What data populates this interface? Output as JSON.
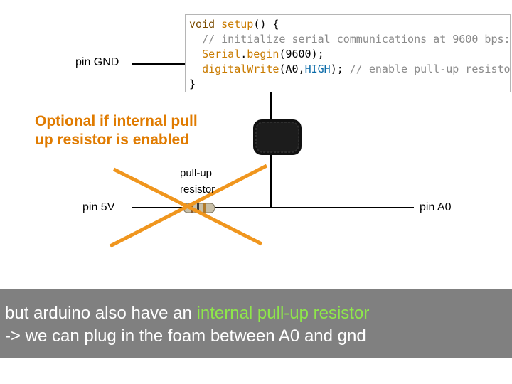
{
  "code": {
    "line1_kw": "void",
    "line1_fn": "setup",
    "line1_rest": "() {",
    "line2_comment": "// initialize serial communications at 9600 bps:",
    "line3_obj": "Serial",
    "line3_dot": ".",
    "line3_fn": "begin",
    "line3_rest": "(9600);",
    "line4_fn": "digitalWrite",
    "line4_open": "(A0,",
    "line4_const": "HIGH",
    "line4_close": ");",
    "line4_comment": "// enable pull-up resistor",
    "line5": "}"
  },
  "labels": {
    "pin_gnd": "pin GND",
    "pin_5v": "pin 5V",
    "pin_a0": "pin A0",
    "pullup": "pull-up resistor",
    "optional_note": "Optional if internal pull up resistor is enabled"
  },
  "caption": {
    "part1": "but arduino also have an ",
    "highlight": "internal pull-up resistor",
    "part2": "-> we can plug in the foam between A0 and gnd"
  },
  "colors": {
    "cross": "#f0961e",
    "note": "#e07b00",
    "highlight": "#8ee84a",
    "caption_bg": "#808080"
  }
}
